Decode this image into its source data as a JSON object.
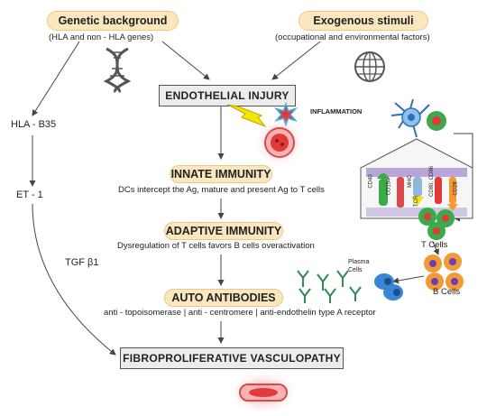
{
  "genetic": {
    "title": "Genetic background",
    "subtitle": "(HLA and non - HLA genes)"
  },
  "exogenous": {
    "title": "Exogenous stimuli",
    "subtitle": "(occupational and environmental factors)"
  },
  "endothelial": {
    "title": "ENDOTHELIAL INJURY",
    "inflammation": "INFLAMMATION"
  },
  "innate": {
    "title": "INNATE IMMUNITY",
    "desc": "DCs intercept the Ag, mature and present Ag to T cells"
  },
  "adaptive": {
    "title": "ADAPTIVE IMMUNITY",
    "desc": "Dysregulation of T cells favors B cells overactivation"
  },
  "auto": {
    "title": "AUTO ANTIBODIES",
    "desc": "anti - topoisomerase  |  anti - centromere   |  anti-endothelin type A receptor"
  },
  "fibro": {
    "title": "FIBROPROLIFERATIVE VASCULOPATHY"
  },
  "side": {
    "hla": "HLA - B35",
    "et": "ET - 1",
    "tgf": "TGF β1"
  },
  "cells": {
    "t_cells": "T Cells",
    "b_cells": "B Cells",
    "plasma": "Plasma\nCells"
  },
  "receptors": [
    "CD40",
    "CD154",
    "MHC",
    "TCR",
    "CD80, CD86",
    "CD28"
  ],
  "icons": [
    "dna-icon",
    "globe-icon",
    "lightning-icon",
    "inflammation-burst-icon",
    "blood-vessel-icon",
    "dendritic-cell-icon",
    "antibody-icon"
  ]
}
